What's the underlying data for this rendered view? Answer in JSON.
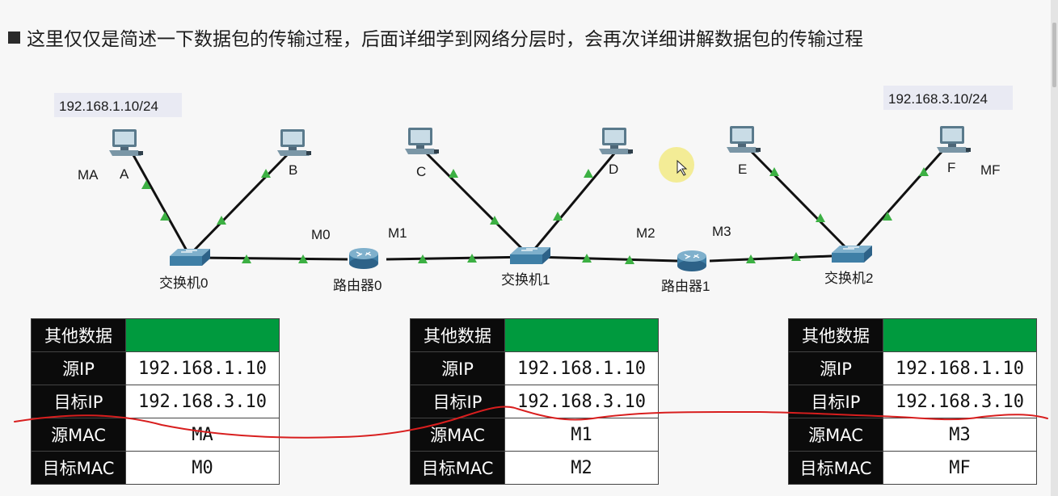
{
  "header": {
    "text": "这里仅仅是简述一下数据包的传输过程，后面详细学到网络分层时，会再次详细讲解数据包的传输过程"
  },
  "topology": {
    "hosts": [
      {
        "name": "A",
        "icon": "pc-icon"
      },
      {
        "name": "B",
        "icon": "pc-icon"
      },
      {
        "name": "C",
        "icon": "pc-icon"
      },
      {
        "name": "D",
        "icon": "pc-icon"
      },
      {
        "name": "E",
        "icon": "pc-icon"
      },
      {
        "name": "F",
        "icon": "pc-icon"
      }
    ],
    "switches": [
      {
        "name": "交换机0",
        "icon": "switch-icon"
      },
      {
        "name": "交换机1",
        "icon": "switch-icon"
      },
      {
        "name": "交换机2",
        "icon": "switch-icon"
      }
    ],
    "routers": [
      {
        "name": "路由器0",
        "icon": "router-icon"
      },
      {
        "name": "路由器1",
        "icon": "router-icon"
      }
    ],
    "ip_left": "192.168.1.10/24",
    "ip_right": "192.168.3.10/24",
    "mac_labels": {
      "ma": "MA",
      "m0": "M0",
      "m1": "M1",
      "m2": "M2",
      "m3": "M3",
      "mf": "MF"
    },
    "link_color": "#111111",
    "link_light_color": "#3cb043"
  },
  "packets": [
    {
      "rows": [
        {
          "key": "其他数据",
          "value": ""
        },
        {
          "key": "源IP",
          "value": "192.168.1.10"
        },
        {
          "key": "目标IP",
          "value": "192.168.3.10"
        },
        {
          "key": "源MAC",
          "value": "MA"
        },
        {
          "key": "目标MAC",
          "value": "M0"
        }
      ]
    },
    {
      "rows": [
        {
          "key": "其他数据",
          "value": ""
        },
        {
          "key": "源IP",
          "value": "192.168.1.10"
        },
        {
          "key": "目标IP",
          "value": "192.168.3.10"
        },
        {
          "key": "源MAC",
          "value": "M1"
        },
        {
          "key": "目标MAC",
          "value": "M2"
        }
      ]
    },
    {
      "rows": [
        {
          "key": "其他数据",
          "value": ""
        },
        {
          "key": "源IP",
          "value": "192.168.1.10"
        },
        {
          "key": "目标IP",
          "value": "192.168.3.10"
        },
        {
          "key": "源MAC",
          "value": "M3"
        },
        {
          "key": "目标MAC",
          "value": "MF"
        }
      ]
    }
  ],
  "colors": {
    "other_data_fill": "#009a3e",
    "key_cell_bg": "#0b0b0b",
    "annotation_red": "#d81e1e",
    "cursor_highlight": "#f3ec96"
  }
}
